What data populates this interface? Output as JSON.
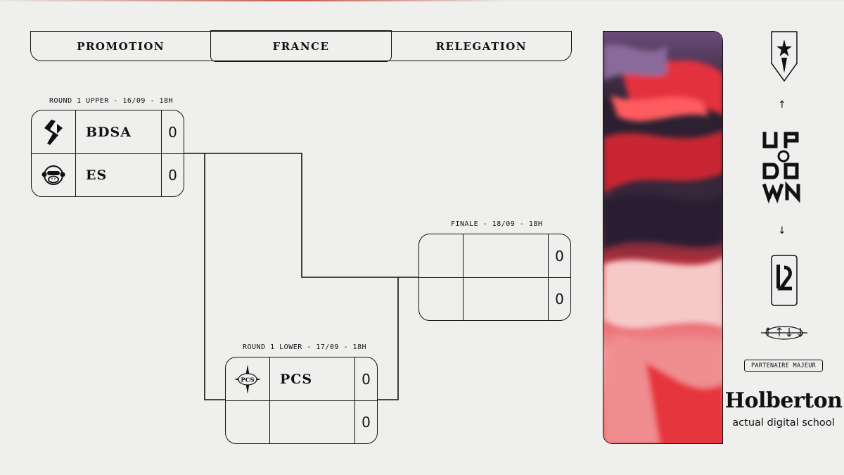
{
  "tabs": [
    {
      "label": "PROMOTION",
      "active": false
    },
    {
      "label": "FRANCE",
      "active": true
    },
    {
      "label": "RELEGATION",
      "active": false
    }
  ],
  "matches": {
    "upper": {
      "label": "ROUND 1 UPPER - 16/09 - 18H",
      "teams": [
        {
          "name": "BDSA",
          "score": "0",
          "logo": "bdsa-logo-icon"
        },
        {
          "name": "ES",
          "score": "0",
          "logo": "monkey-logo-icon"
        }
      ]
    },
    "lower": {
      "label": "ROUND 1 LOWER - 17/09 - 18H",
      "teams": [
        {
          "name": "PCS",
          "score": "0",
          "logo": "pcs-logo-icon"
        },
        {
          "name": "",
          "score": "0",
          "logo": ""
        }
      ]
    },
    "final": {
      "label": "FINALE - 18/09 - 18H",
      "teams": [
        {
          "name": "",
          "score": "0",
          "logo": ""
        },
        {
          "name": "",
          "score": "0",
          "logo": ""
        }
      ]
    }
  },
  "sidebar": {
    "arrow_up": "↑",
    "arrow_down": "↓",
    "partner_label": "PARTENAIRE MAJEUR",
    "sponsor_name": "Holberton",
    "sponsor_tagline": "actual digital school"
  },
  "colors": {
    "background": "#efefee",
    "ink": "#111111",
    "accent_red": "#d8323a",
    "accent_purple": "#4a3550"
  }
}
